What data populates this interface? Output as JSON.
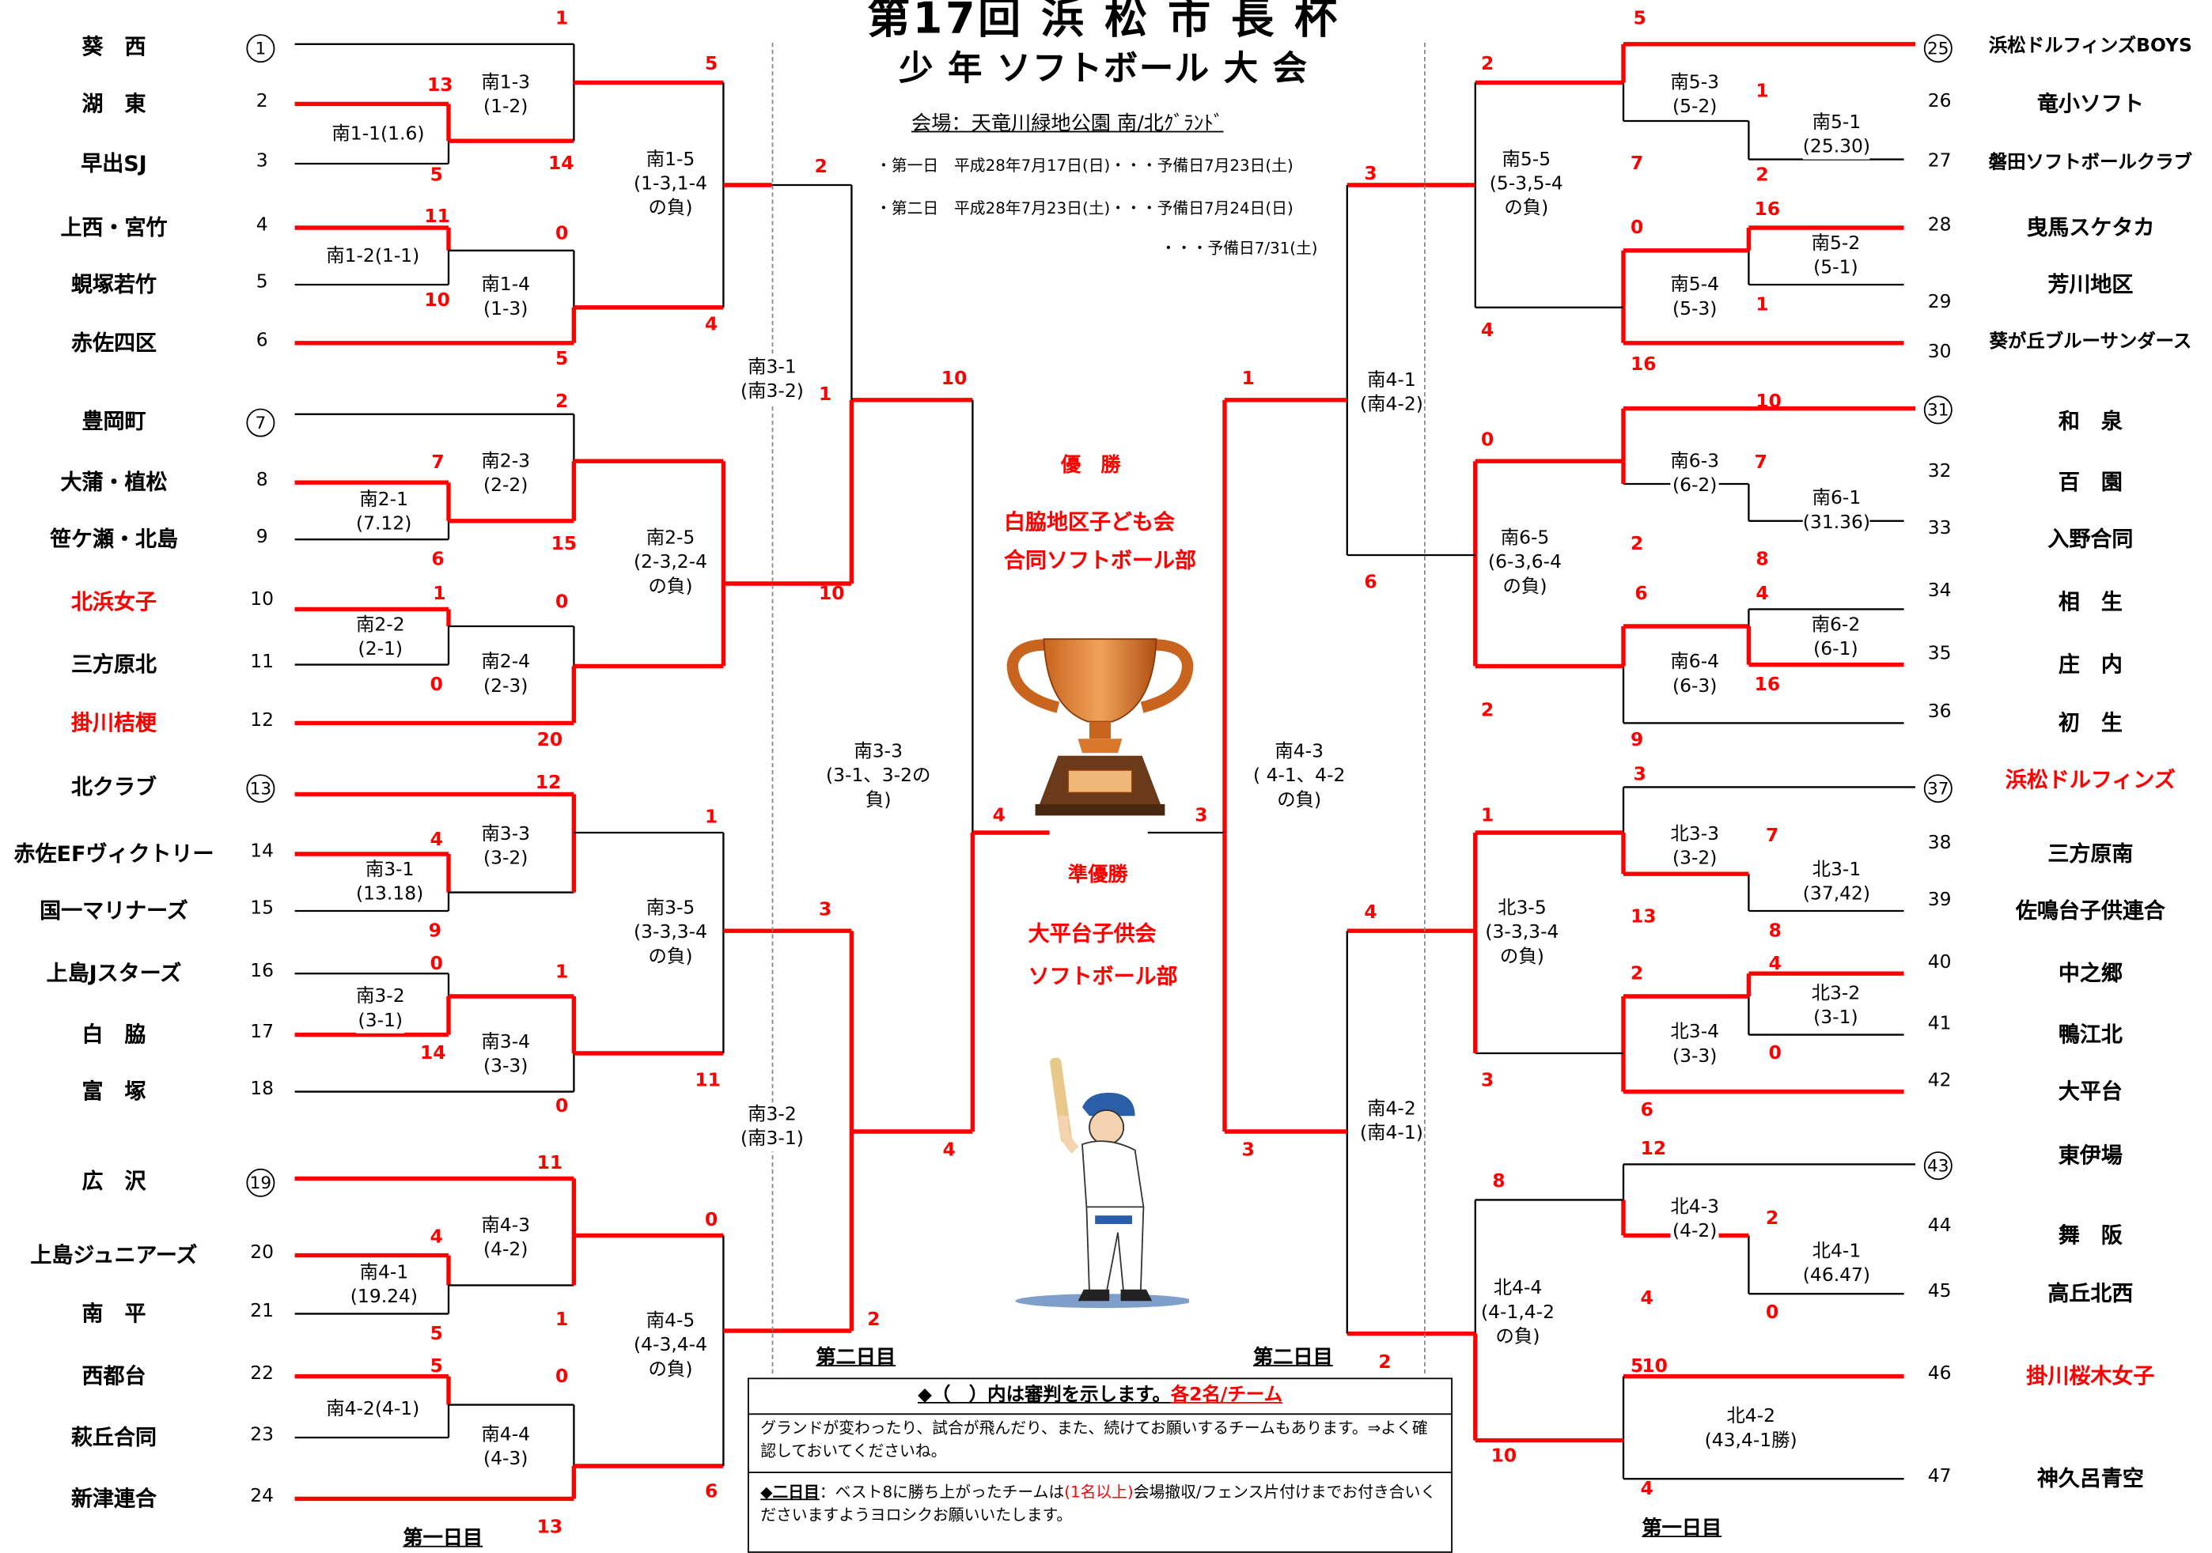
{
  "title": {
    "line1": "第17回 浜 松 市 長 杯",
    "line2": "少 年 ソフトボール 大 会"
  },
  "info": {
    "venue": "会場：天竜川緑地公園 南/北ｸﾞﾗﾝﾄﾞ",
    "day1": "・第一日　平成28年7月17日(日)・・・予備日7月23日(土)",
    "day2": "・第二日　平成28年7月23日(土)・・・予備日7月24日(日)",
    "reserve": "・・・予備日7/31(土)"
  },
  "winner": {
    "label": "優　勝",
    "name1": "白脇地区子ども会",
    "name2": "合同ソフトボール部"
  },
  "runner_up": {
    "label": "準優勝",
    "name1": "大平台子供会",
    "name2": "ソフトボール部"
  },
  "day_labels": {
    "day1_left": "第一日目",
    "day1_right": "第一日目",
    "day2_left": "第二日目",
    "day2_right": "第二日目"
  },
  "notes": {
    "header_a": "◆（　）内は審判を示します。",
    "header_b": "各2名/チーム",
    "body1": "グランドが変わったり、試合が飛んだり、また、続けてお願いするチームもあります。⇒よく確認しておいてくださいね。",
    "body2_a": "◆二日目",
    "body2_b": "：ベスト8に勝ち上がったチームは",
    "body2_c": "(1名以上)",
    "body2_d": "会場撤収/フェンス片付けまでお付き合いくださいますようヨロシクお願いいたします。"
  },
  "teams_left": [
    {
      "no": "1",
      "name": "葵　西",
      "seed": true,
      "red": false
    },
    {
      "no": "2",
      "name": "湖　東",
      "seed": false,
      "red": false
    },
    {
      "no": "3",
      "name": "早出SJ",
      "seed": false,
      "red": false
    },
    {
      "no": "4",
      "name": "上西・宮竹",
      "seed": false,
      "red": false
    },
    {
      "no": "5",
      "name": "蜆塚若竹",
      "seed": false,
      "red": false
    },
    {
      "no": "6",
      "name": "赤佐四区",
      "seed": false,
      "red": false
    },
    {
      "no": "7",
      "name": "豊岡町",
      "seed": true,
      "red": false
    },
    {
      "no": "8",
      "name": "大蒲・植松",
      "seed": false,
      "red": false
    },
    {
      "no": "9",
      "name": "笹ケ瀬・北島",
      "seed": false,
      "red": false
    },
    {
      "no": "10",
      "name": "北浜女子",
      "seed": false,
      "red": true
    },
    {
      "no": "11",
      "name": "三方原北",
      "seed": false,
      "red": false
    },
    {
      "no": "12",
      "name": "掛川桔梗",
      "seed": false,
      "red": true
    },
    {
      "no": "13",
      "name": "北クラブ",
      "seed": true,
      "red": false
    },
    {
      "no": "14",
      "name": "赤佐EFヴィクトリー",
      "seed": false,
      "red": false
    },
    {
      "no": "15",
      "name": "国一マリナーズ",
      "seed": false,
      "red": false
    },
    {
      "no": "16",
      "name": "上島Jスターズ",
      "seed": false,
      "red": false
    },
    {
      "no": "17",
      "name": "白　脇",
      "seed": false,
      "red": false
    },
    {
      "no": "18",
      "name": "富　塚",
      "seed": false,
      "red": false
    },
    {
      "no": "19",
      "name": "広　沢",
      "seed": true,
      "red": false
    },
    {
      "no": "20",
      "name": "上島ジュニアーズ",
      "seed": false,
      "red": false
    },
    {
      "no": "21",
      "name": "南　平",
      "seed": false,
      "red": false
    },
    {
      "no": "22",
      "name": "西都台",
      "seed": false,
      "red": false
    },
    {
      "no": "23",
      "name": "萩丘合同",
      "seed": false,
      "red": false
    },
    {
      "no": "24",
      "name": "新津連合",
      "seed": false,
      "red": false
    }
  ],
  "teams_right": [
    {
      "no": "25",
      "name": "浜松ドルフィンズBOYS",
      "seed": true,
      "red": false
    },
    {
      "no": "26",
      "name": "竜小ソフト",
      "seed": false,
      "red": false
    },
    {
      "no": "27",
      "name": "磐田ソフトボールクラブ",
      "seed": false,
      "red": false
    },
    {
      "no": "28",
      "name": "曳馬スケタカ",
      "seed": false,
      "red": false
    },
    {
      "no": "29",
      "name": "芳川地区",
      "seed": false,
      "red": false
    },
    {
      "no": "30",
      "name": "葵が丘ブルーサンダース",
      "seed": false,
      "red": false
    },
    {
      "no": "31",
      "name": "和　泉",
      "seed": true,
      "red": false
    },
    {
      "no": "32",
      "name": "百　園",
      "seed": false,
      "red": false
    },
    {
      "no": "33",
      "name": "入野合同",
      "seed": false,
      "red": false
    },
    {
      "no": "34",
      "name": "相　生",
      "seed": false,
      "red": false
    },
    {
      "no": "35",
      "name": "庄　内",
      "seed": false,
      "red": false
    },
    {
      "no": "36",
      "name": "初　生",
      "seed": false,
      "red": false
    },
    {
      "no": "37",
      "name": "浜松ドルフィンズ",
      "seed": true,
      "red": true
    },
    {
      "no": "38",
      "name": "三方原南",
      "seed": false,
      "red": false
    },
    {
      "no": "39",
      "name": "佐鳴台子供連合",
      "seed": false,
      "red": false
    },
    {
      "no": "40",
      "name": "中之郷",
      "seed": false,
      "red": false
    },
    {
      "no": "41",
      "name": "鴨江北",
      "seed": false,
      "red": false
    },
    {
      "no": "42",
      "name": "大平台",
      "seed": false,
      "red": false
    },
    {
      "no": "43",
      "name": "東伊場",
      "seed": true,
      "red": false
    },
    {
      "no": "44",
      "name": "舞　阪",
      "seed": false,
      "red": false
    },
    {
      "no": "45",
      "name": "高丘北西",
      "seed": false,
      "red": false
    },
    {
      "no": "46",
      "name": "掛川桜木女子",
      "seed": false,
      "red": true
    },
    {
      "no": "47",
      "name": "神久呂青空",
      "seed": false,
      "red": false
    }
  ],
  "matches": [
    {
      "name": "南1-1(1.6)"
    },
    {
      "name": "南1-3\n(1-2)"
    },
    {
      "name": "南1-2(1-1)"
    },
    {
      "name": "南1-4\n(1-3)"
    },
    {
      "name": "南1-5\n(1-3,1-4\nの負)"
    },
    {
      "name": "南2-1\n(7.12)"
    },
    {
      "name": "南2-3\n(2-2)"
    },
    {
      "name": "南2-2\n(2-1)"
    },
    {
      "name": "南2-4\n(2-3)"
    },
    {
      "name": "南2-5\n(2-3,2-4\nの負)"
    },
    {
      "name": "南3-1\n(13.18)"
    },
    {
      "name": "南3-3\n(3-2)"
    },
    {
      "name": "南3-2\n(3-1)"
    },
    {
      "name": "南3-4\n(3-3)"
    },
    {
      "name": "南3-5\n(3-3,3-4\nの負)"
    },
    {
      "name": "南4-1\n(19.24)"
    },
    {
      "name": "南4-3\n(4-2)"
    },
    {
      "name": "南4-2(4-1)"
    },
    {
      "name": "南4-4\n(4-3)"
    },
    {
      "name": "南4-5\n(4-3,4-4\nの負)"
    },
    {
      "name": "南3-1\n(南3-2)"
    },
    {
      "name": "南3-2\n(南3-1)"
    },
    {
      "name": "南3-3\n(3-1、3-2の\n負)"
    },
    {
      "name": "南5-3\n(5-2)"
    },
    {
      "name": "南5-1\n(25.30)"
    },
    {
      "name": "南5-2\n(5-1)"
    },
    {
      "name": "南5-4\n(5-3)"
    },
    {
      "name": "南5-5\n(5-3,5-4\nの負)"
    },
    {
      "name": "南6-3\n(6-2)"
    },
    {
      "name": "南6-1\n(31.36)"
    },
    {
      "name": "南6-2\n(6-1)"
    },
    {
      "name": "南6-4\n(6-3)"
    },
    {
      "name": "南6-5\n(6-3,6-4\nの負)"
    },
    {
      "name": "北3-3\n(3-2)"
    },
    {
      "name": "北3-1\n(37,42)"
    },
    {
      "name": "北3-2\n(3-1)"
    },
    {
      "name": "北3-4\n(3-3)"
    },
    {
      "name": "北3-5\n(3-3,3-4\nの負)"
    },
    {
      "name": "北4-3\n(4-2)"
    },
    {
      "name": "北4-1\n(46.47)"
    },
    {
      "name": "北4-2\n(43,4-1勝)"
    },
    {
      "name": "北4-4\n(4-1,4-2\nの負)"
    },
    {
      "name": "南4-1\n(南4-2)"
    },
    {
      "name": "南4-2\n(南4-1)"
    },
    {
      "name": "南4-3\n( 4-1、4-2\nの負)"
    }
  ],
  "scores": [
    "1",
    "13",
    "5",
    "14",
    "5",
    "11",
    "0",
    "10",
    "4",
    "5",
    "2",
    "2",
    "7",
    "15",
    "6",
    "1",
    "0",
    "0",
    "10",
    "20",
    "12",
    "1",
    "4",
    "9",
    "3",
    "0",
    "1",
    "14",
    "0",
    "11",
    "11",
    "0",
    "4",
    "1",
    "5",
    "5",
    "0",
    "6",
    "13",
    "2",
    "10",
    "1",
    "4",
    "4",
    "2",
    "5",
    "2",
    "1",
    "7",
    "2",
    "16",
    "0",
    "1",
    "16",
    "4",
    "10",
    "0",
    "7",
    "2",
    "8",
    "6",
    "4",
    "16",
    "2",
    "9",
    "3",
    "1",
    "7",
    "13",
    "8",
    "2",
    "4",
    "0",
    "3",
    "6",
    "12",
    "8",
    "4",
    "2",
    "0",
    "10",
    "4",
    "10",
    "1",
    "6",
    "3",
    "5",
    "3",
    "3",
    "4"
  ]
}
